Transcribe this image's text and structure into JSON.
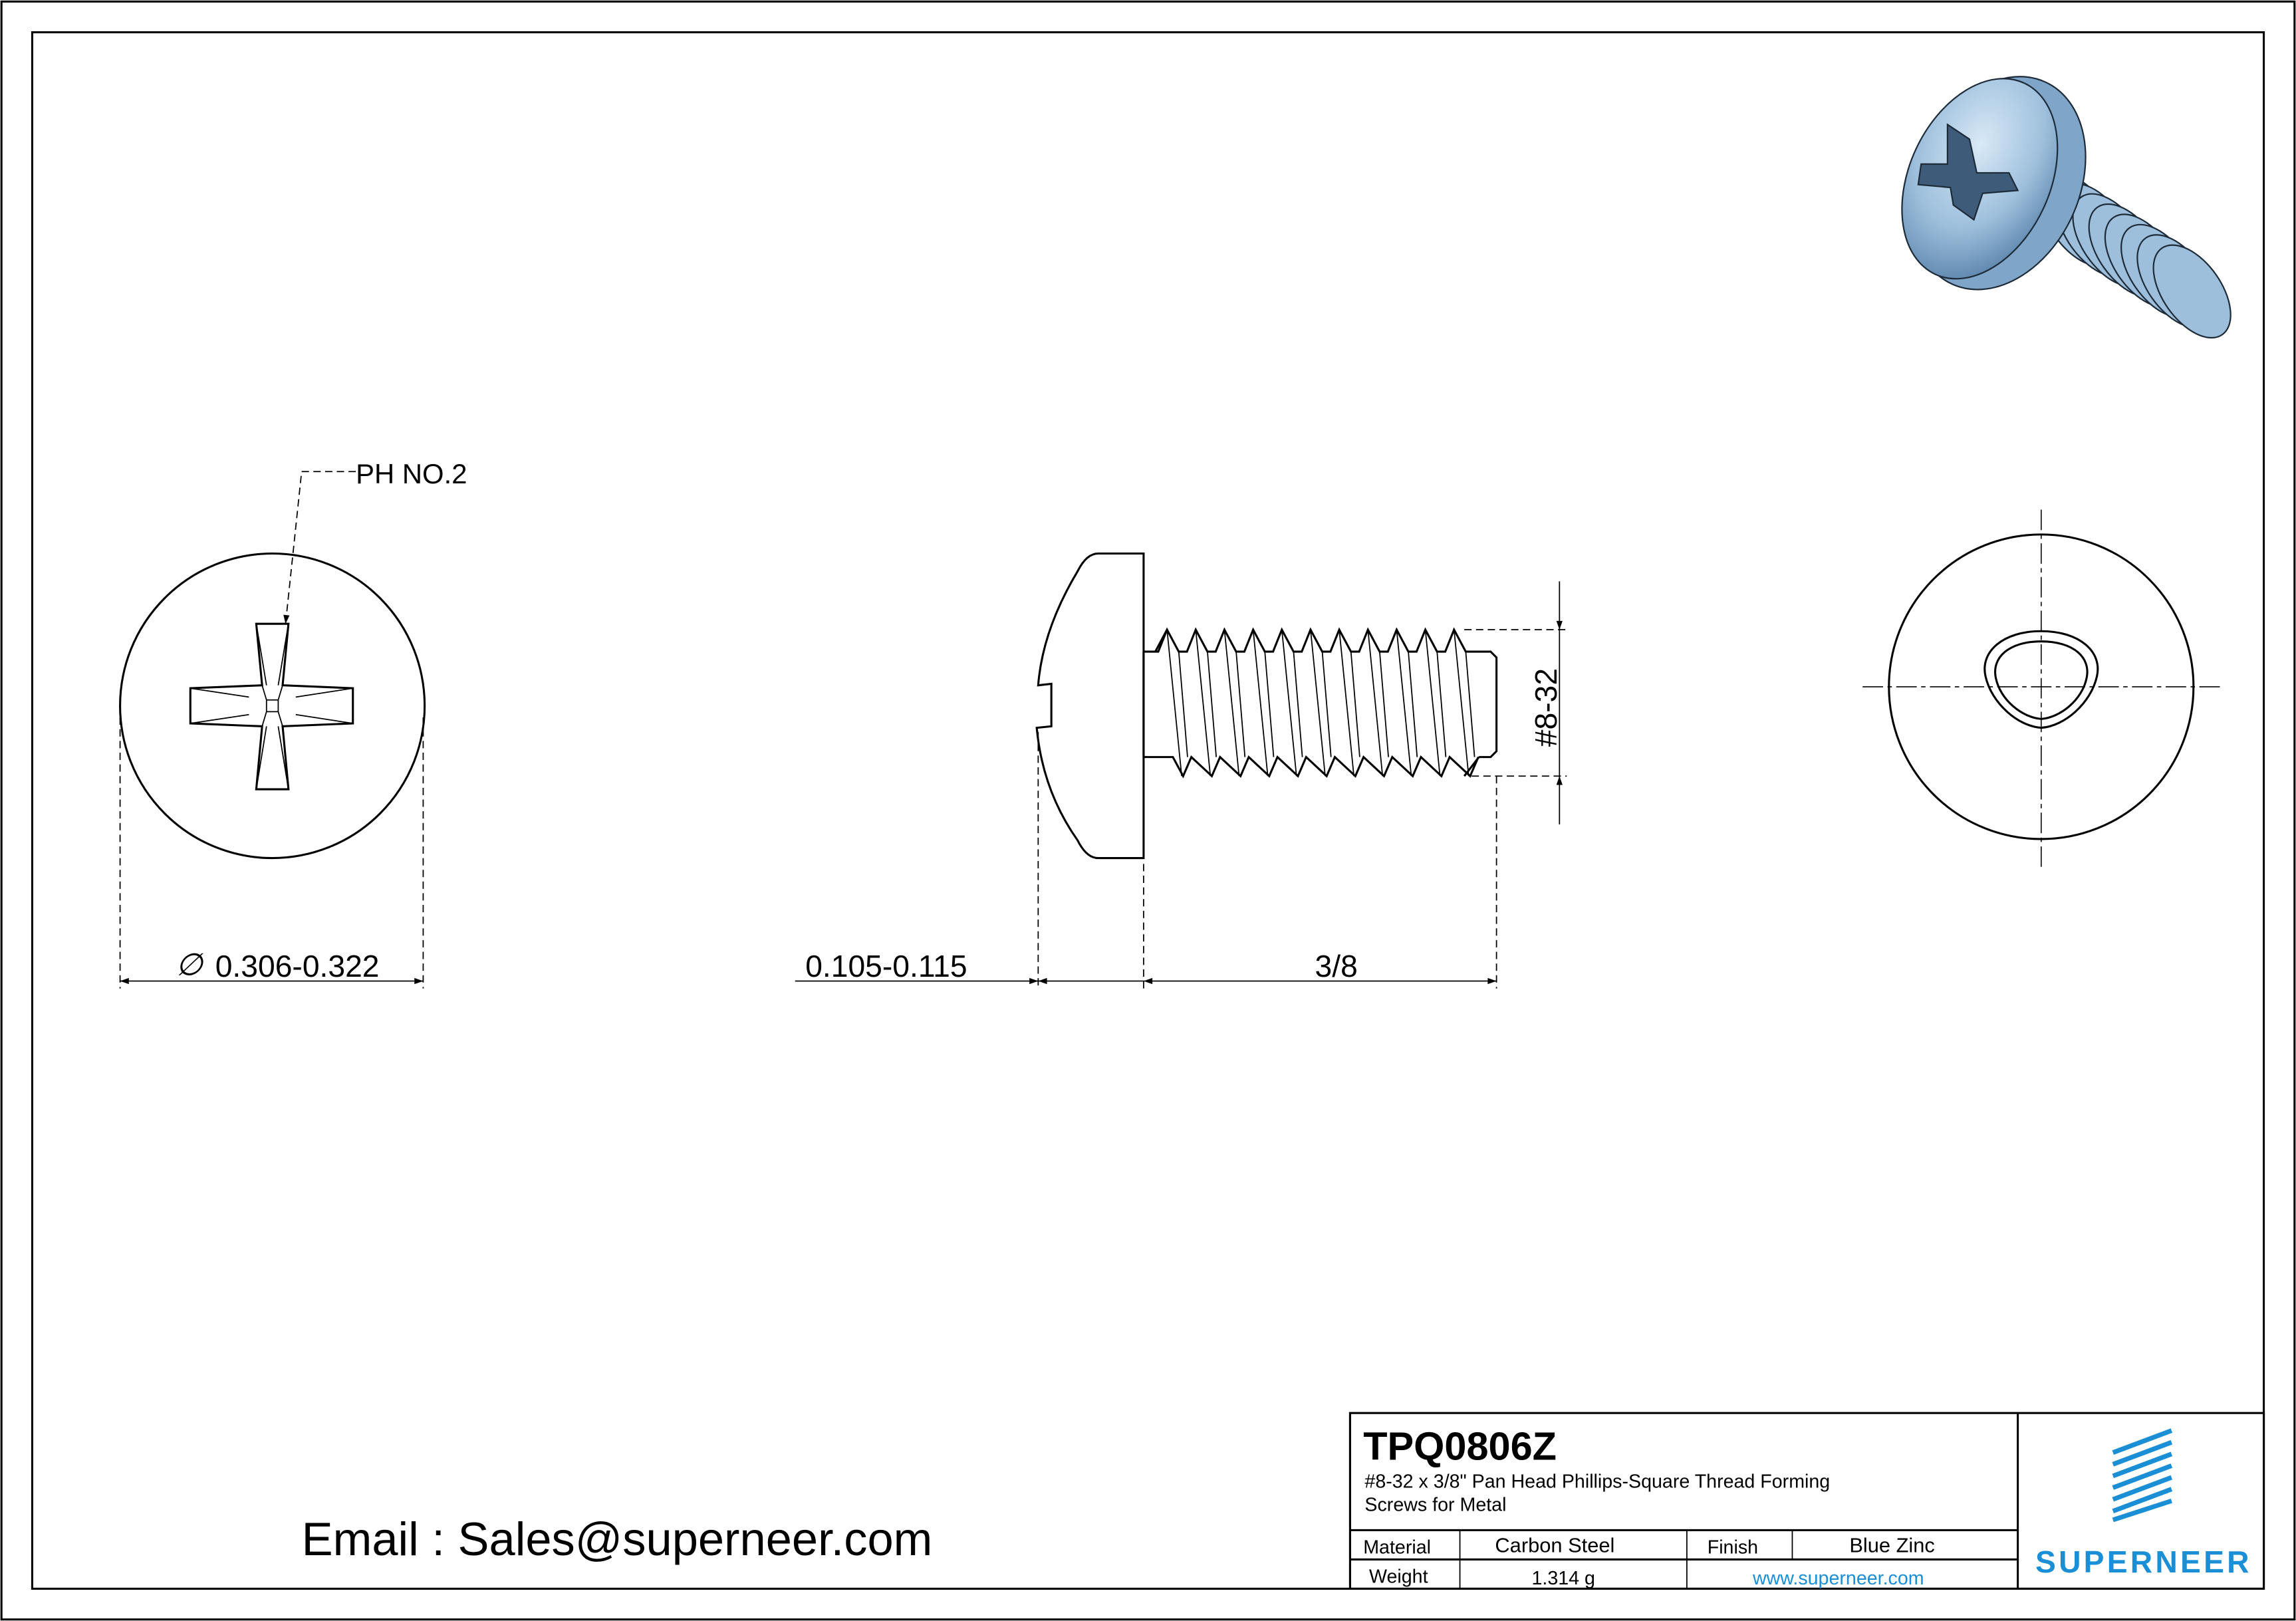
{
  "drawing": {
    "top_view": {
      "callout": "PH NO.2",
      "diameter_symbol": "∅",
      "diameter": "0.306-0.322"
    },
    "side_view": {
      "head_height": "0.105-0.115",
      "length": "3/8",
      "thread": "#8-32"
    },
    "end_view": {
      "drive": "trilobular-thread-end"
    }
  },
  "contact": {
    "email": "Email : Sales@superneer.com"
  },
  "title_block": {
    "part_number": "TPQ0806Z",
    "description_line1": "#8-32 x 3/8\" Pan Head Phillips-Square Thread Forming",
    "description_line2": "Screws for Metal",
    "material_label": "Material",
    "material_value": "Carbon Steel",
    "finish_label": "Finish",
    "finish_value": "Blue Zinc",
    "weight_label": "Weight",
    "weight_value": "1.314 g",
    "website": "www.superneer.com",
    "logo_text": "SUPERNEER"
  },
  "colors": {
    "brand": "#1a8fd6",
    "screw_render": "#9dbfdc"
  }
}
